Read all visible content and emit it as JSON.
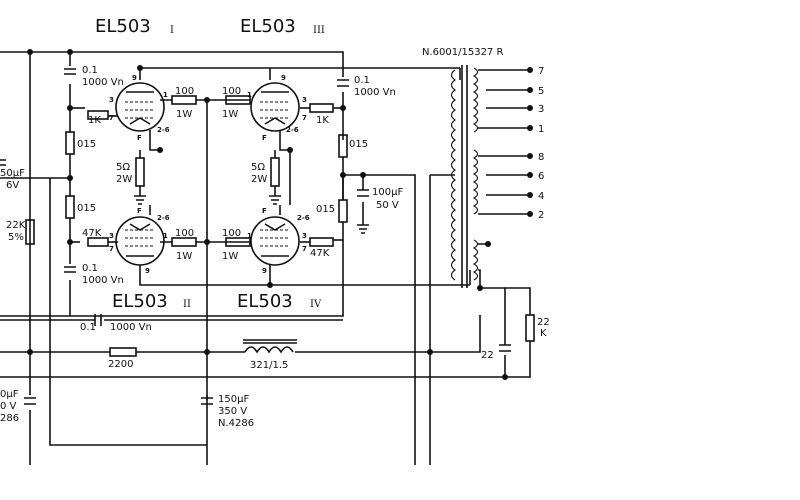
{
  "tubes": {
    "t1": {
      "name": "EL503",
      "numeral": "I"
    },
    "t2": {
      "name": "EL503",
      "numeral": "II"
    },
    "t3": {
      "name": "EL503",
      "numeral": "III"
    },
    "t4": {
      "name": "EL503",
      "numeral": "IV"
    }
  },
  "transformer": {
    "label": "N.6001/15327 R"
  },
  "terminals": {
    "top": [
      "7",
      "5",
      "3",
      "1"
    ],
    "bottom": [
      "8",
      "6",
      "4",
      "2"
    ]
  },
  "pins": {
    "p9": "9",
    "p3": "3",
    "p7": "7",
    "p1": "1",
    "p26": "2-6",
    "pF": "F"
  },
  "components": {
    "c_tl_1": "0.1",
    "c_tl_2": "1000 Vn",
    "c_tr_1": "0.1",
    "c_tr_2": "1000 Vn",
    "c_bl_1": "0.1",
    "c_bl_2": "1000 Vn",
    "c_mid_1": "0.1",
    "c_mid_2": "1000 Vn",
    "r_1k_l": "1K",
    "r_1k_r": "1K",
    "r_47k_l": "47K",
    "r_47k_r": "47K",
    "r_100": "100",
    "r_1w": "1W",
    "r_015": "015",
    "r_5ohm_1": "5Ω",
    "r_5ohm_2": "2W",
    "c_100uf_1": "100µF",
    "c_100uf_2": "50 V",
    "r_22k_l_1": "22K",
    "r_22k_l_2": "5%",
    "c_50uf_1": "50µF",
    "c_50uf_2": "6V",
    "r_2200": "2200",
    "choke": "321/1.5",
    "c_150uf_1": "150µF",
    "c_150uf_2": "350 V",
    "c_150uf_3": "N.4286",
    "c_left_1": "0µF",
    "c_left_2": "0 V",
    "c_left_3": "286",
    "r_22k_r_1": "22",
    "r_22k_r_2": "K",
    "c_22": "22"
  }
}
